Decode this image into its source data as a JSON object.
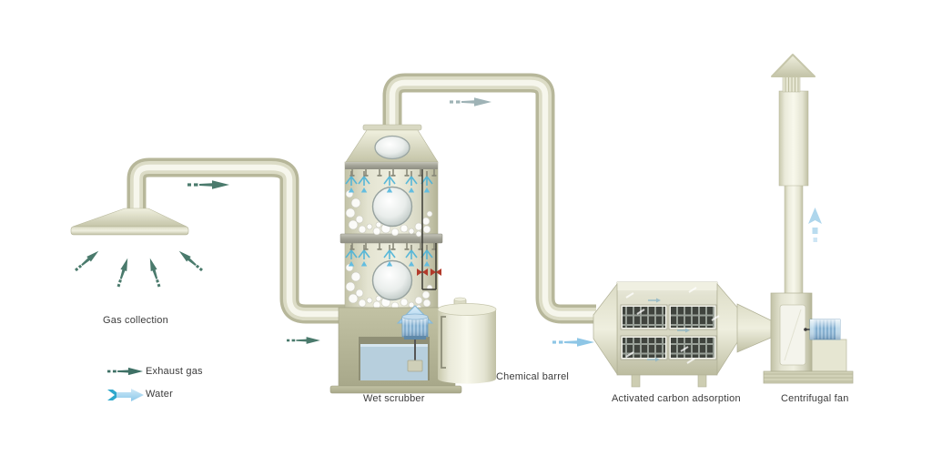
{
  "stages": [
    {
      "id": "gas-collection",
      "label": "Gas collection"
    },
    {
      "id": "wet-scrubber",
      "label": "Wet scrubber"
    },
    {
      "id": "chemical-barrel",
      "label": "Chemical barrel"
    },
    {
      "id": "activated-carbon",
      "label": "Activated carbon adsorption"
    },
    {
      "id": "centrifugal-fan",
      "label": "Centrifugal fan"
    }
  ],
  "legend": [
    {
      "id": "exhaust-gas",
      "label": "Exhaust gas",
      "color": "#3e7065"
    },
    {
      "id": "water",
      "label": "Water",
      "color": "#8ec6e6"
    }
  ],
  "colors": {
    "equipment_beige": "#d9d9c2",
    "pipe_highlight": "#f6f6ec",
    "exhaust_arrow_teal": "#4a7a6c",
    "clean_gas_blue": "#9fb3b6",
    "water_blue": "#8ec6e6",
    "pump_blue": "#8fb8d8",
    "basin_water": "#b7cfdd",
    "carbon_panel_dark": "#40443e",
    "valve_red": "#b23a2a"
  }
}
